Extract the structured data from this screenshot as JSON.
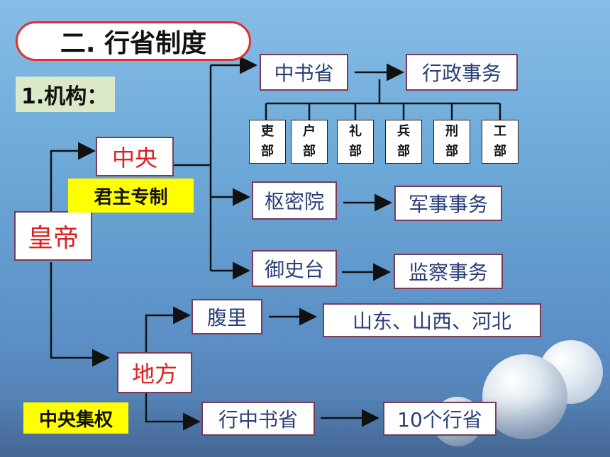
{
  "title": "二. 行省制度",
  "subtitle": "1.机构：",
  "emperor": "皇帝",
  "central": "中央",
  "central_tag": "君主专制",
  "local": "地方",
  "local_tag": "中央集权",
  "zhongshusheng": "中书省",
  "admin_affairs": "行政事务",
  "shumiyuan": "枢密院",
  "military_affairs": "军事事务",
  "yushitai": "御史台",
  "supervision_affairs": "监察事务",
  "fuli": "腹里",
  "fuli_regions": "山东、山西、河北",
  "xingzhongshusheng": "行中书省",
  "provinces_count": "10个行省",
  "departments": [
    {
      "top": "吏",
      "bottom": "部"
    },
    {
      "top": "户",
      "bottom": "部"
    },
    {
      "top": "礼",
      "bottom": "部"
    },
    {
      "top": "兵",
      "bottom": "部"
    },
    {
      "top": "刑",
      "bottom": "部"
    },
    {
      "top": "工",
      "bottom": "部"
    }
  ],
  "colors": {
    "line": "#111111",
    "box_border": "#7a3a5a",
    "title_border": "#e03030",
    "highlight": "#ffff00"
  }
}
